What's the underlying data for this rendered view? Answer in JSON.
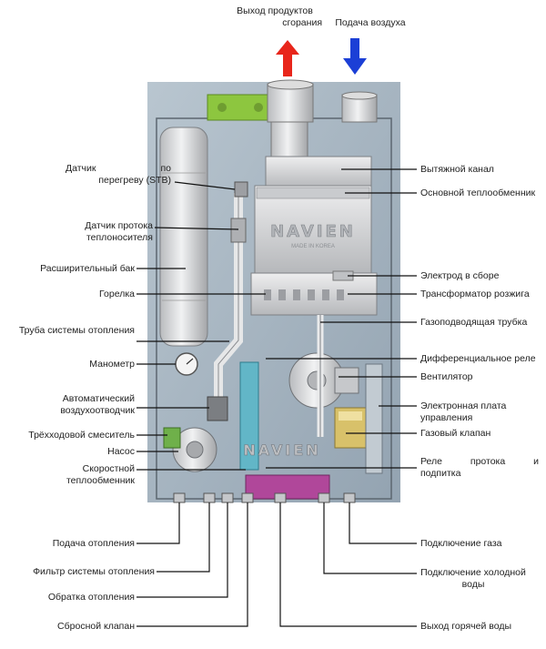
{
  "top": {
    "exhaust_line1": "Выход продуктов",
    "exhaust_line2": "сгорания",
    "air_intake": "Подача воздуха",
    "exhaust_arrow_color": "#e8261b",
    "air_arrow_color": "#1b3fd6"
  },
  "brand": {
    "logo": "NAVIEN",
    "logo_sub": "MADE IN KOREA"
  },
  "labels_left": {
    "stb_line1_a": "Датчик",
    "stb_line1_b": "по",
    "stb_line2": "перегреву (STB)",
    "flow_sensor_line1": "Датчик протока",
    "flow_sensor_line2": "теплоносителя",
    "expansion_tank": "Расширительный бак",
    "burner": "Горелка",
    "heating_pipe": "Труба системы отопления",
    "manometer": "Манометр",
    "air_vent_line1": "Автоматический",
    "air_vent_line2": "воздухоотводчик",
    "three_way_valve": "Трёхходовой смеситель",
    "pump": "Насос",
    "dhw_exchanger_line1": "Скоростной",
    "dhw_exchanger_line2": "теплообменник"
  },
  "labels_right": {
    "exhaust_channel": "Вытяжной канал",
    "main_exchanger": "Основной теплообменник",
    "electrode": "Электрод в сборе",
    "ignition_transformer": "Трансформатор розжига",
    "gas_pipe": "Газоподводящая трубка",
    "diff_relay": "Дифференциальное реле",
    "fan": "Вентилятор",
    "control_board_line1": "Электронная плата",
    "control_board_line2": "управления",
    "gas_valve": "Газовый клапан",
    "flow_relay_line1_a": "Реле",
    "flow_relay_line1_b": "протока",
    "flow_relay_line1_c": "и",
    "flow_relay_line2": "подпитка"
  },
  "labels_bottom": {
    "heating_supply": "Подача отопления",
    "heating_filter": "Фильтр системы отопления",
    "heating_return": "Обратка отопления",
    "relief_valve": "Сбросной клапан",
    "gas_connection": "Подключение газа",
    "cold_water_line1": "Подключение холодной",
    "cold_water_line2": "воды",
    "hot_water_outlet": "Выход горячей воды"
  },
  "colors": {
    "panel": "#a9b8c4",
    "panel_dark": "#8797a6",
    "metal": "#d9dadb",
    "metal_dark": "#9a9c9f",
    "green_bracket": "#8dc63f",
    "copper": "#4fb7c9",
    "magenta": "#b0479a"
  }
}
